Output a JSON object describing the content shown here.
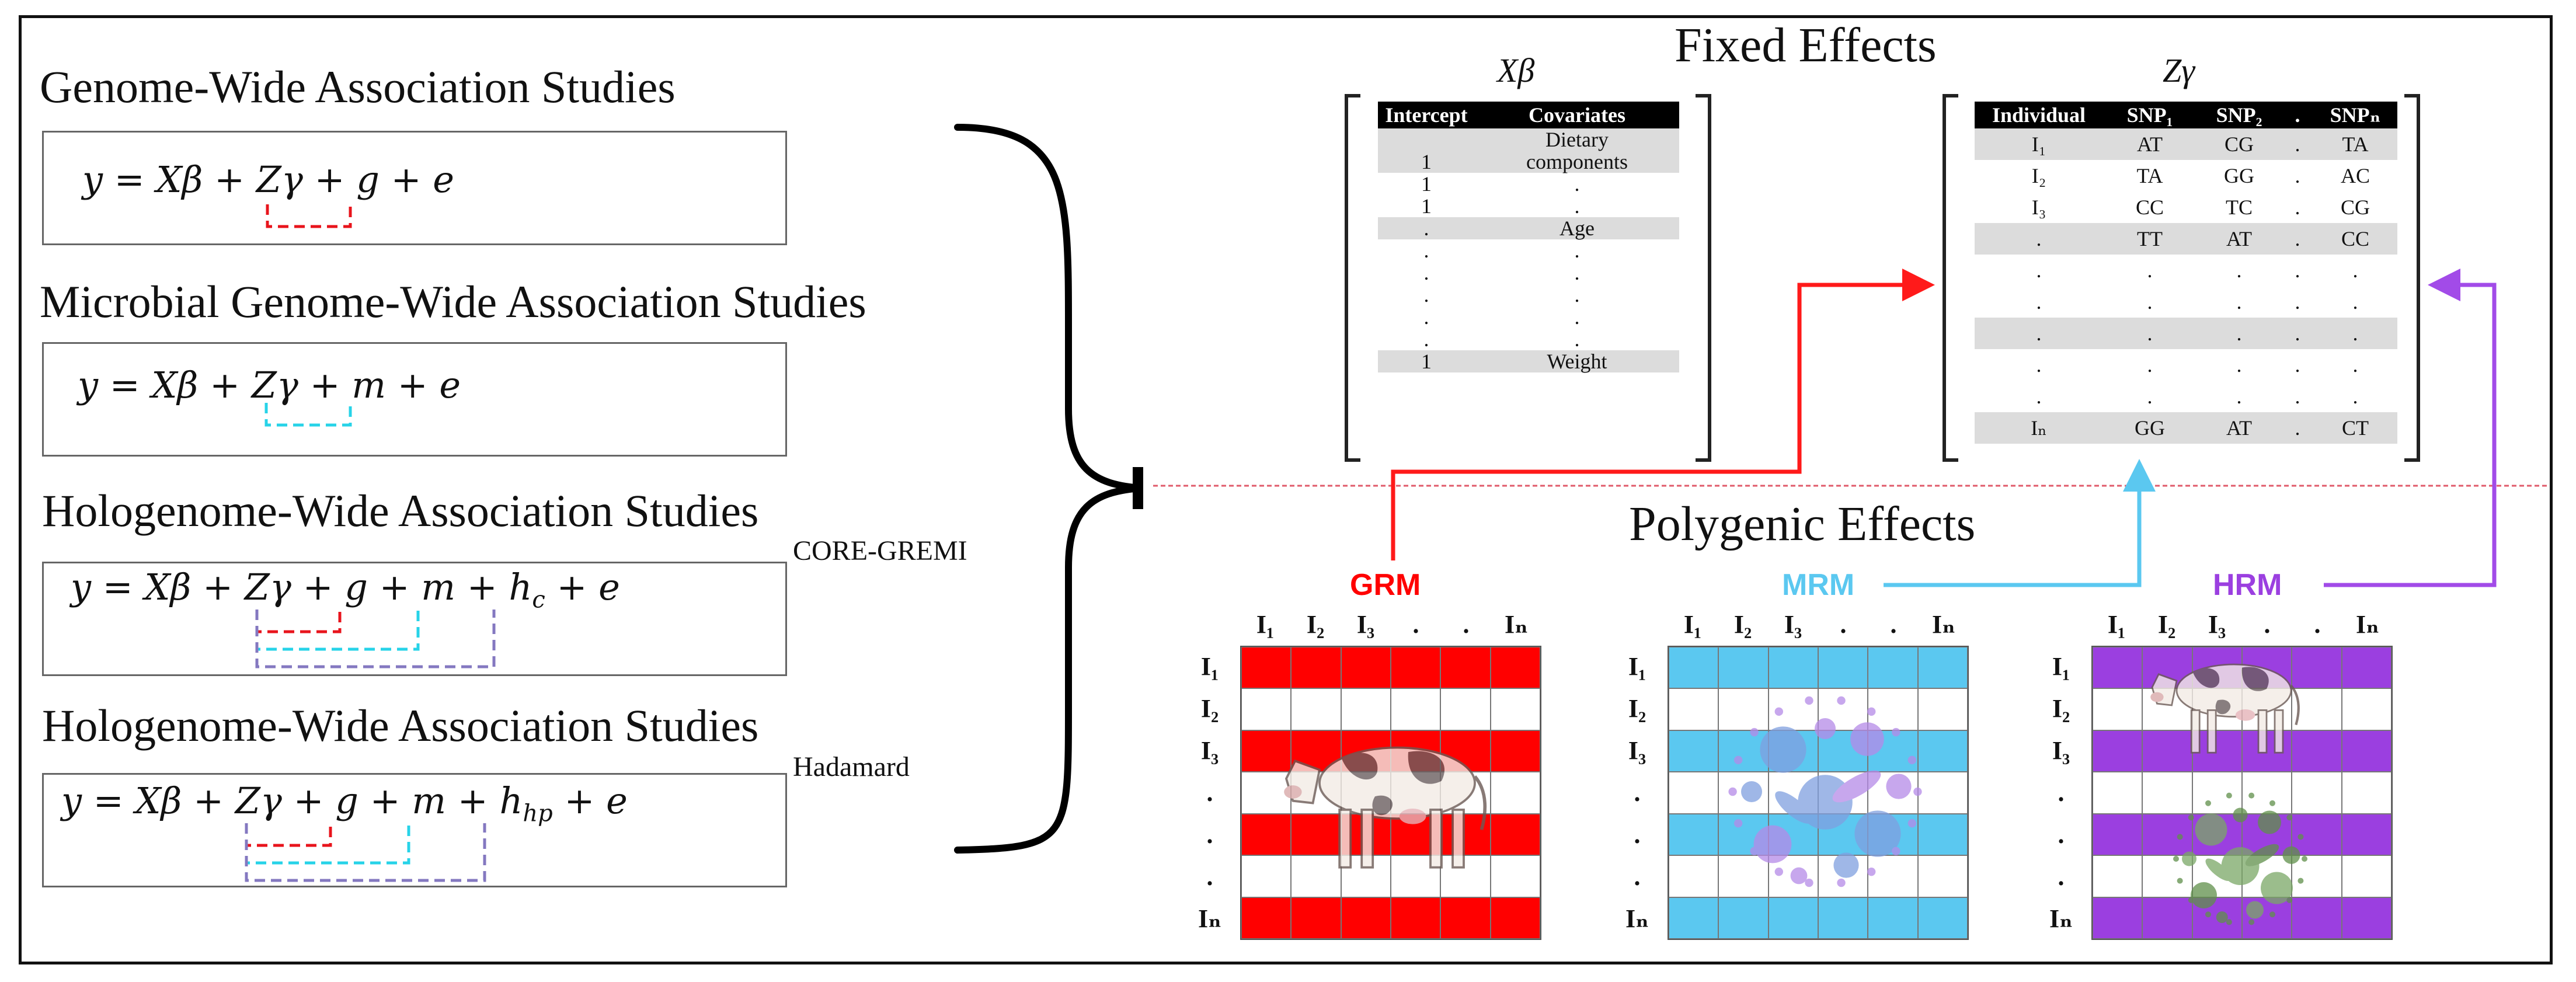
{
  "left_panel": {
    "sections": [
      {
        "title": "Genome-Wide Association Studies",
        "equation": "y = Xβ + Zγ + g + e",
        "note": ""
      },
      {
        "title": "Microbial Genome-Wide Association Studies",
        "equation": "y = Xβ + Zγ + m + e",
        "note": ""
      },
      {
        "title": "Hologenome-Wide Association Studies",
        "equation": "y = Xβ + Zγ + g + m + hc + e",
        "note": "CORE-GREMI"
      },
      {
        "title": "Hologenome-Wide Association Studies",
        "equation": "y = Xβ + Zγ + g + m + hhp + e",
        "note": "Hadamard"
      }
    ]
  },
  "fixed_effects": {
    "title": "Fixed Effects",
    "xbeta": {
      "label": "Xβ",
      "headers": [
        "Intercept",
        "Covariates"
      ],
      "rows": [
        [
          "",
          "Dietary"
        ],
        [
          "1",
          "components"
        ],
        [
          "1",
          "."
        ],
        [
          "1",
          "."
        ],
        [
          ".",
          "Age"
        ],
        [
          ".",
          "."
        ],
        [
          ".",
          "."
        ],
        [
          ".",
          "."
        ],
        [
          ".",
          "."
        ],
        [
          ".",
          "."
        ],
        [
          "1",
          "Weight"
        ]
      ],
      "shaded_rows": [
        0,
        1,
        4,
        10
      ]
    },
    "zgamma": {
      "label": "Zγ",
      "headers": [
        "Individual",
        "SNP₁",
        "SNP₂",
        ".",
        "SNPₙ"
      ],
      "rows": [
        [
          "I₁",
          "AT",
          "CG",
          ".",
          "TA"
        ],
        [
          "I₂",
          "TA",
          "GG",
          ".",
          "AC"
        ],
        [
          "I₃",
          "CC",
          "TC",
          ".",
          "CG"
        ],
        [
          ".",
          "TT",
          "AT",
          ".",
          "CC"
        ],
        [
          ".",
          ".",
          ".",
          ".",
          "."
        ],
        [
          ".",
          ".",
          ".",
          ".",
          "."
        ],
        [
          ".",
          ".",
          ".",
          ".",
          "."
        ],
        [
          ".",
          ".",
          ".",
          ".",
          "."
        ],
        [
          ".",
          ".",
          ".",
          ".",
          "."
        ],
        [
          "Iₙ",
          "GG",
          "AT",
          ".",
          "CT"
        ]
      ],
      "shaded_rows": [
        0,
        3,
        6,
        9
      ]
    }
  },
  "polygenic_effects": {
    "title": "Polygenic Effects",
    "col_headers": [
      "I₁",
      "I₂",
      "I₃",
      ".",
      ".",
      "Iₙ"
    ],
    "row_headers": [
      "I₁",
      "I₂",
      "I₃",
      ".",
      ".",
      ".",
      "Iₙ"
    ],
    "matrices": [
      {
        "label": "GRM",
        "color": "#ff0000",
        "stripe_color": "#ff0000",
        "image": "cow"
      },
      {
        "label": "MRM",
        "color": "#5bc8f0",
        "stripe_color": "#5bc8f0",
        "image": "microbes"
      },
      {
        "label": "HRM",
        "color": "#9b3fe0",
        "stripe_color": "#9b3fe0",
        "image": "cow-and-microbes"
      }
    ]
  },
  "colors": {
    "genome": "#e8141c",
    "microbiome": "#27d3e8",
    "hologenome": "#8478c0",
    "divider": "#e05a6a"
  }
}
